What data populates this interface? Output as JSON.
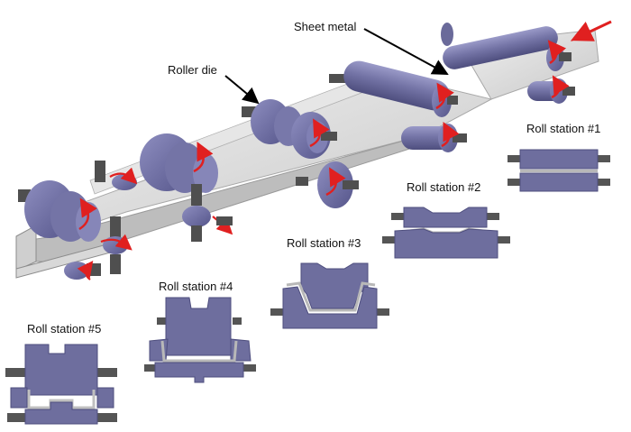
{
  "labels": {
    "sheet_metal": "Sheet metal",
    "roller_die": "Roller die",
    "station_1": "Roll station #1",
    "station_2": "Roll station #2",
    "station_3": "Roll station #3",
    "station_4": "Roll station #4",
    "station_5": "Roll station #5"
  },
  "colors": {
    "roller": "#6e6e9e",
    "roller_dark": "#565686",
    "roller_light": "#9090bf",
    "shaft": "#4f4f4f",
    "sheet": "#dcdcdc",
    "sheet_edge": "#a8a8a8",
    "rotation_arrow": "#e02020",
    "feed_arrow": "#e02020",
    "leader": "#000000"
  }
}
